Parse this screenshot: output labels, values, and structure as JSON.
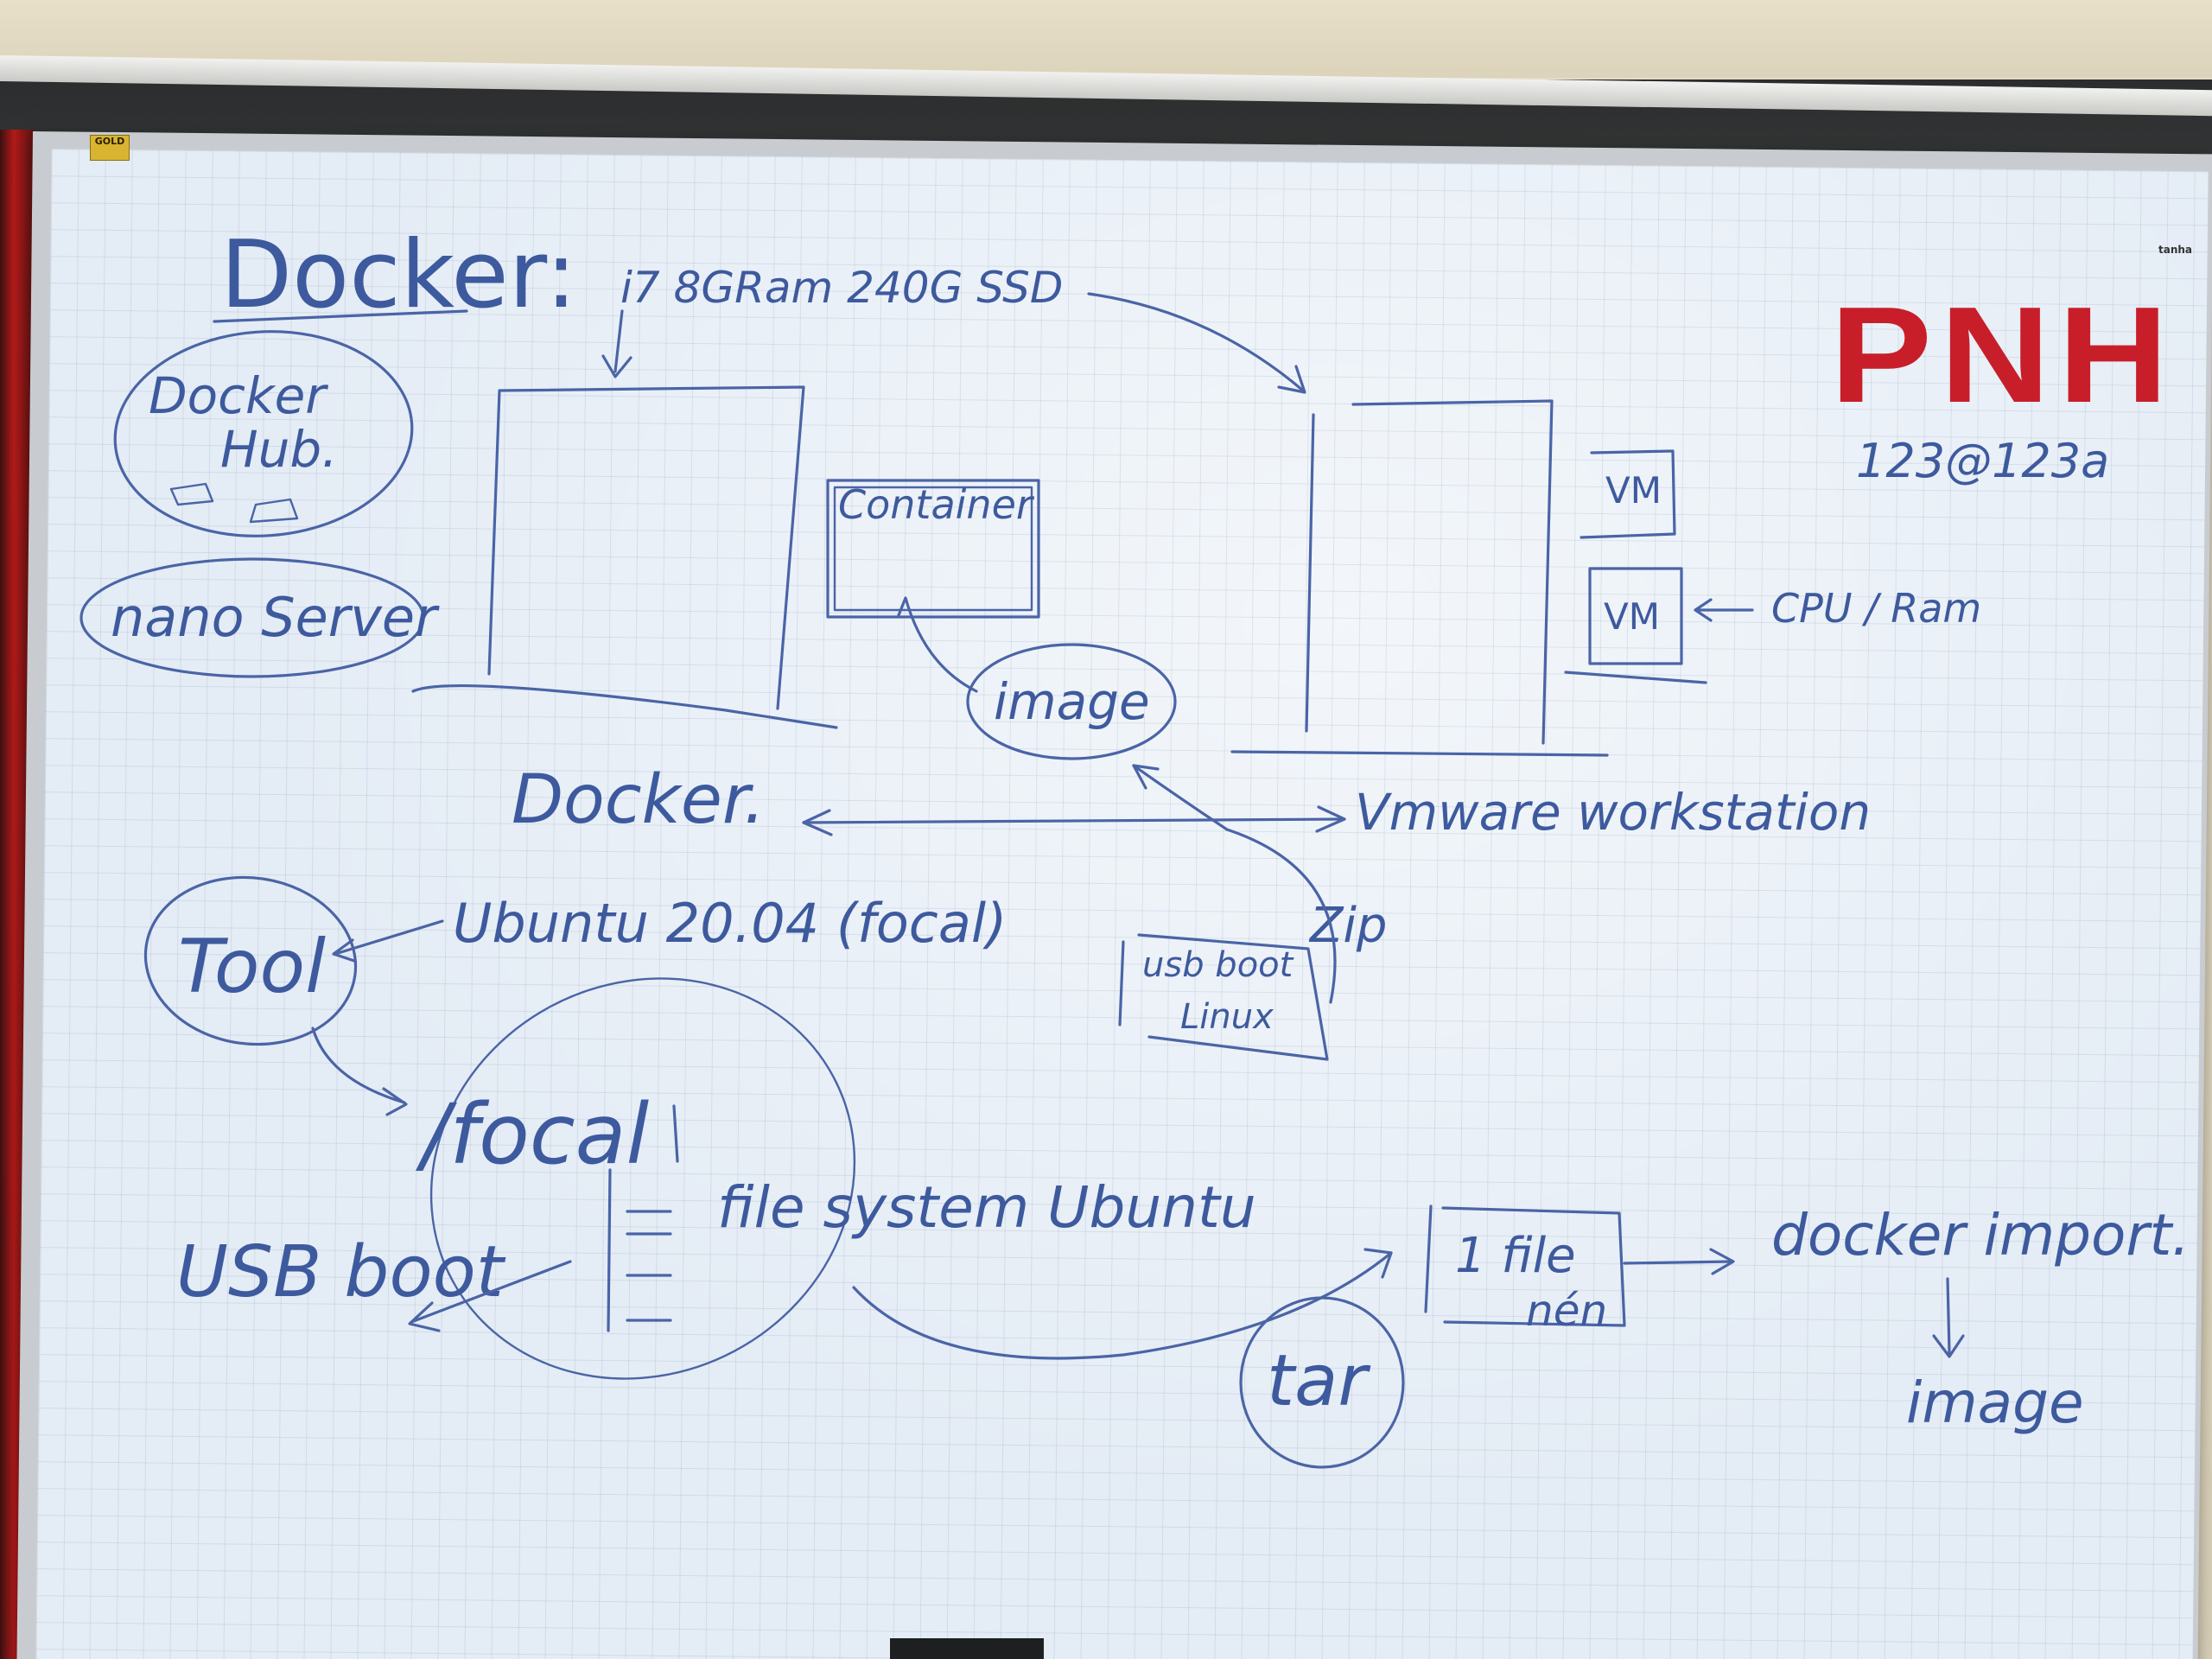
{
  "board": {
    "logo": "PNH",
    "password": "123@123a",
    "sticker": "GOLD",
    "brand": "tanha"
  },
  "notes": {
    "title": "Docker:",
    "hardware": "i7  8GRam  240G SSD",
    "docker_hub": [
      "Docker",
      "Hub."
    ],
    "nano_server": "nano Server",
    "container": "Container",
    "image_top": "image",
    "vm1": "VM",
    "vm2": "VM",
    "cpu_ram": "CPU / Ram",
    "docker_label": "Docker.",
    "vmware": "Vmware  workstation",
    "zip": "Zip",
    "usb_boot_box": [
      "usb boot",
      "Linux"
    ],
    "tool": "Tool",
    "ubuntu": "Ubuntu 20.04 (focal)",
    "focal_dir": "/focal",
    "filesystem": "file system Ubuntu",
    "usb_boot": "USB boot",
    "tar": "tar",
    "one_file": [
      "1 file",
      "nén"
    ],
    "docker_import": "docker import.",
    "image_bottom": "image"
  }
}
